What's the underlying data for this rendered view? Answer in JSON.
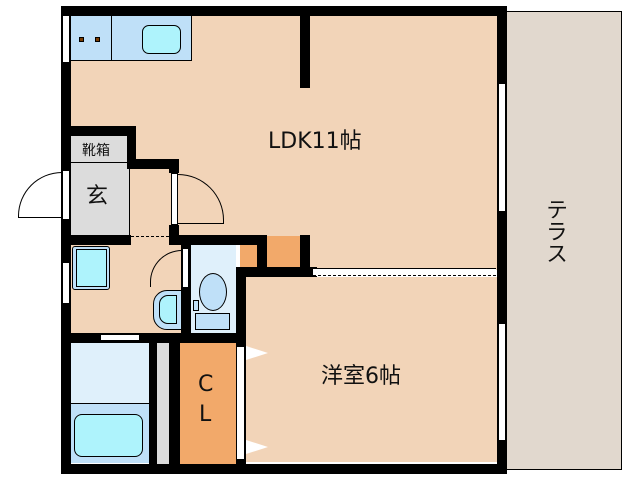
{
  "floorplan": {
    "rooms": {
      "ldk": {
        "label": "LDK11帖"
      },
      "western_room": {
        "label": "洋室6帖"
      },
      "entrance": {
        "label": "玄"
      },
      "shoe_box": {
        "label": "靴箱"
      },
      "closet": {
        "label_line1": "C",
        "label_line2": "L"
      },
      "terrace": {
        "label": "テラス"
      }
    },
    "colors": {
      "floor": "#f2d4b8",
      "wet_area": "#dff0fb",
      "fixture": "#bfe0f8",
      "basin": "#aef3fc",
      "closet": "#f2a96a",
      "terrace": "#e1d8ce",
      "entrance": "#dcdcdc",
      "wall": "#000000"
    }
  }
}
